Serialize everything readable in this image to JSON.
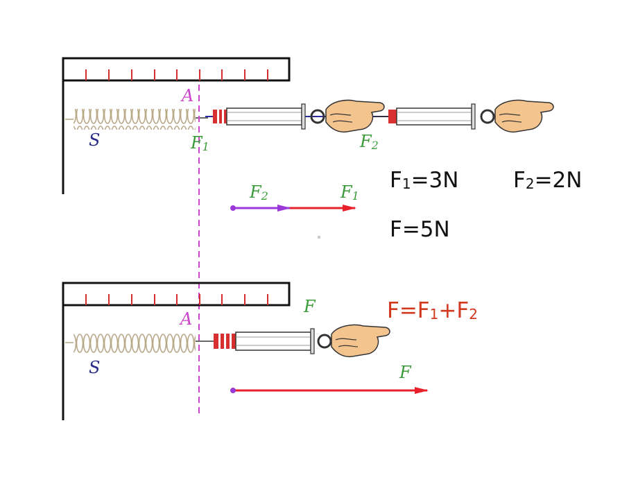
{
  "upper": {
    "label_A": "A",
    "label_S": "S",
    "label_F1_base": "F",
    "label_F1_sub": "1",
    "label_F2_base": "F",
    "label_F2_sub": "2"
  },
  "force_diagram_upper": {
    "label_F2_base": "F",
    "label_F2_sub": "2",
    "label_F1_base": "F",
    "label_F1_sub": "1"
  },
  "equations": {
    "f1_base": "F",
    "f1_sub": "1",
    "f1_val": "=3N",
    "f2_base": "F",
    "f2_sub": "2",
    "f2_val": "=2N",
    "f_total": "F=5N",
    "sum_a": "F=F",
    "sum_sub1": "1",
    "sum_plus": "+F",
    "sum_sub2": "2"
  },
  "lower": {
    "label_A": "A",
    "label_S": "S",
    "label_F": "F",
    "arrow_label_F": "F"
  },
  "colors": {
    "frame": "#111111",
    "tick": "#d23030",
    "spring": "#b8a888",
    "dashed_line": "#cc44cc",
    "arrow_red": "#e8202a",
    "arrow_purple": "#9a38d8",
    "label_green": "#3a9a3a",
    "label_blue": "#2a2a8a",
    "eq_red": "#d2381e",
    "hand": "#f4c48e"
  }
}
